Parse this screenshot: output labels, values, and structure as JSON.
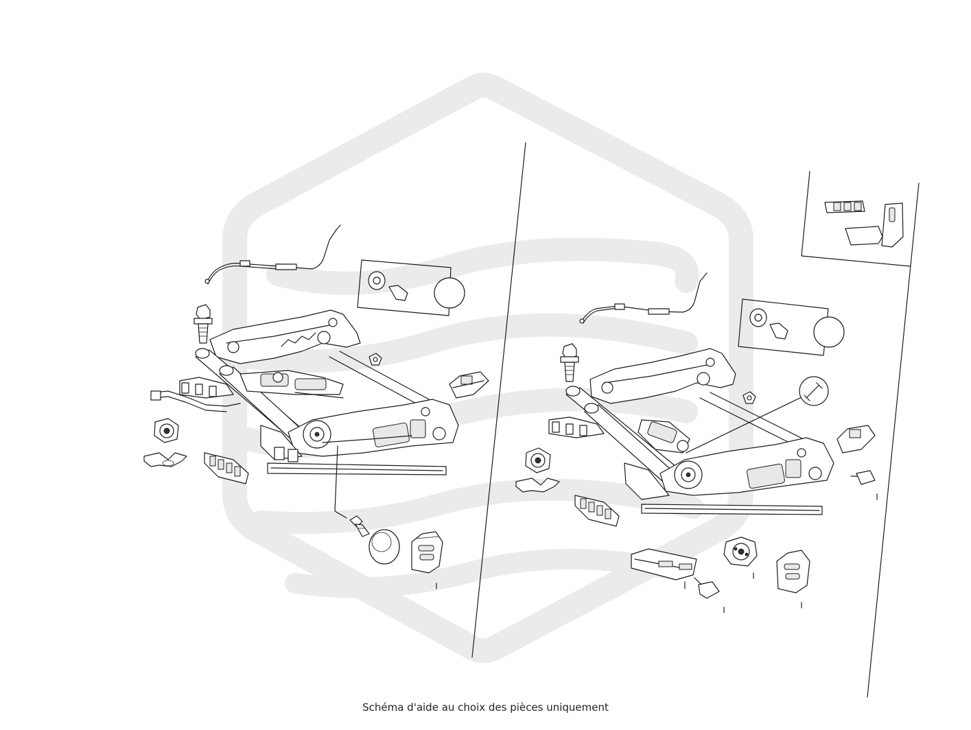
{
  "caption": "Schéma d'aide au choix des pièces uniquement",
  "watermark": {
    "color": "#ebebeb",
    "icon": "brand-hexagon-logo"
  },
  "line_color": "#1a1a1a",
  "panels": [
    {
      "name": "left-seat-frame-assembly"
    },
    {
      "name": "right-seat-frame-assembly"
    }
  ]
}
